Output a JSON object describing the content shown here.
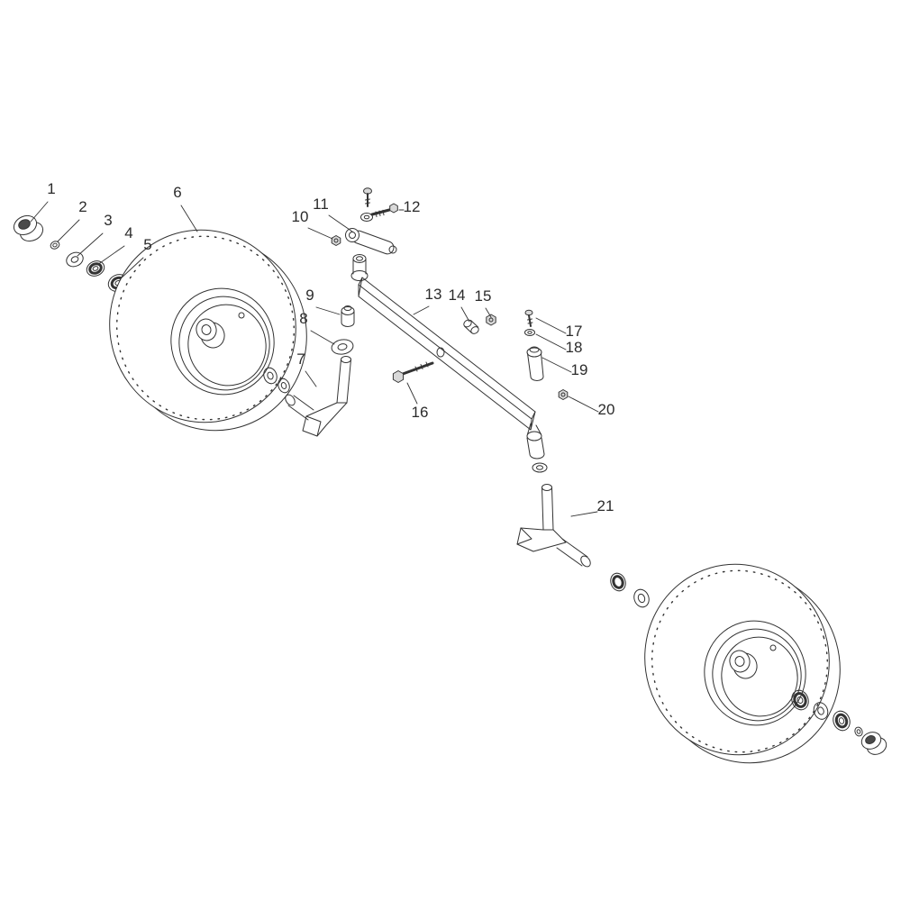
{
  "diagram": {
    "description": "Exploded parts diagram of caster wheel axle assembly",
    "background": "#ffffff",
    "line_color": "#333333",
    "label_color": "#2b2b2b",
    "label_font_size": 17,
    "callouts": [
      {
        "num": "1",
        "text": [
          57,
          215
        ],
        "line": [
          53,
          224,
          34,
          246
        ]
      },
      {
        "num": "2",
        "text": [
          92,
          235
        ],
        "line": [
          88,
          244,
          64,
          268
        ]
      },
      {
        "num": "3",
        "text": [
          120,
          250
        ],
        "line": [
          114,
          259,
          86,
          284
        ]
      },
      {
        "num": "4",
        "text": [
          143,
          264
        ],
        "line": [
          138,
          273,
          108,
          294
        ]
      },
      {
        "num": "5",
        "text": [
          164,
          277
        ],
        "line": [
          159,
          286,
          133,
          310
        ]
      },
      {
        "num": "6",
        "text": [
          197,
          219
        ],
        "line": [
          201,
          228,
          219,
          257
        ]
      },
      {
        "num": "7",
        "text": [
          334,
          404
        ],
        "line": [
          339,
          412,
          351,
          429
        ]
      },
      {
        "num": "8",
        "text": [
          337,
          359
        ],
        "line": [
          345,
          367,
          371,
          382
        ]
      },
      {
        "num": "9",
        "text": [
          344,
          333
        ],
        "line": [
          351,
          341,
          377,
          349
        ]
      },
      {
        "num": "10",
        "text": [
          333,
          246
        ],
        "line": [
          342,
          253,
          369,
          265
        ]
      },
      {
        "num": "11",
        "text": [
          356,
          232
        ],
        "line": [
          365,
          239,
          391,
          257
        ]
      },
      {
        "num": "12",
        "text": [
          457,
          235
        ],
        "line": [
          448,
          233,
          443,
          233
        ]
      },
      {
        "num": "13",
        "text": [
          481,
          332
        ],
        "line": [
          476,
          340,
          459,
          349
        ]
      },
      {
        "num": "14",
        "text": [
          507,
          333
        ],
        "line": [
          512,
          341,
          521,
          357
        ]
      },
      {
        "num": "15",
        "text": [
          536,
          334
        ],
        "line": [
          539,
          342,
          545,
          352
        ]
      },
      {
        "num": "16",
        "text": [
          466,
          463
        ],
        "line": [
          463,
          448,
          452,
          425
        ]
      },
      {
        "num": "17",
        "text": [
          637,
          373
        ],
        "line": [
          628,
          370,
          595,
          353
        ]
      },
      {
        "num": "18",
        "text": [
          637,
          391
        ],
        "line": [
          628,
          388,
          595,
          371
        ]
      },
      {
        "num": "19",
        "text": [
          643,
          416
        ],
        "line": [
          634,
          413,
          602,
          397
        ]
      },
      {
        "num": "20",
        "text": [
          673,
          460
        ],
        "line": [
          664,
          457,
          631,
          440
        ]
      },
      {
        "num": "21",
        "text": [
          672,
          567
        ],
        "line": [
          663,
          568,
          634,
          573
        ]
      }
    ]
  }
}
